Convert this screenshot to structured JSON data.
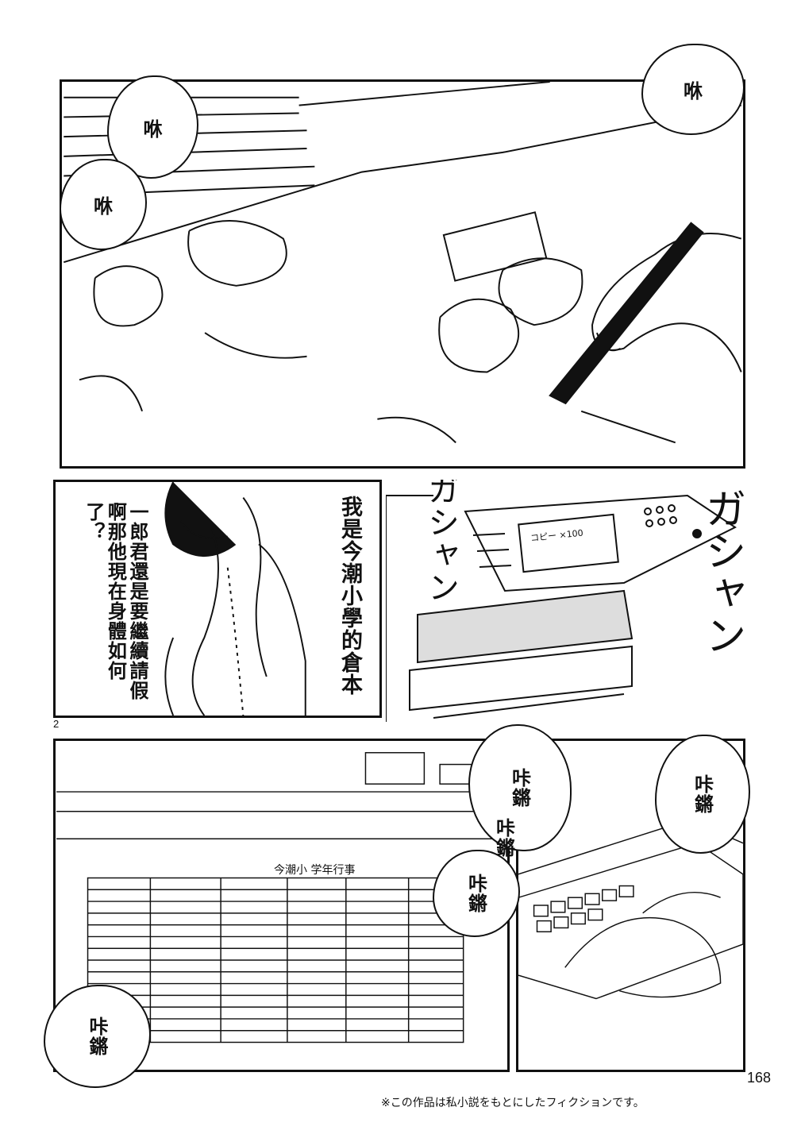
{
  "panel1": {
    "sfx_left_top": "咻",
    "sfx_left_bottom": "咻",
    "sfx_right": "咻"
  },
  "panel2": {
    "speech_right": "我是今潮小學的倉本",
    "speech_left": "一郎君還是要繼續請假啊那他現在身體如何了？",
    "sfx_copier": "ガシャン",
    "copier_screen": "コピー ×100"
  },
  "panel3": {
    "sfx_typing": [
      "咔鏘",
      "咔鏘",
      "咔鏘",
      "咔鏘",
      "咔鏘"
    ],
    "doc_title": "今潮小 学年行事"
  },
  "page": {
    "panel_number": "2",
    "page_number": "168",
    "footnote": "※この作品は私小説をもとにしたフィクションです。"
  }
}
